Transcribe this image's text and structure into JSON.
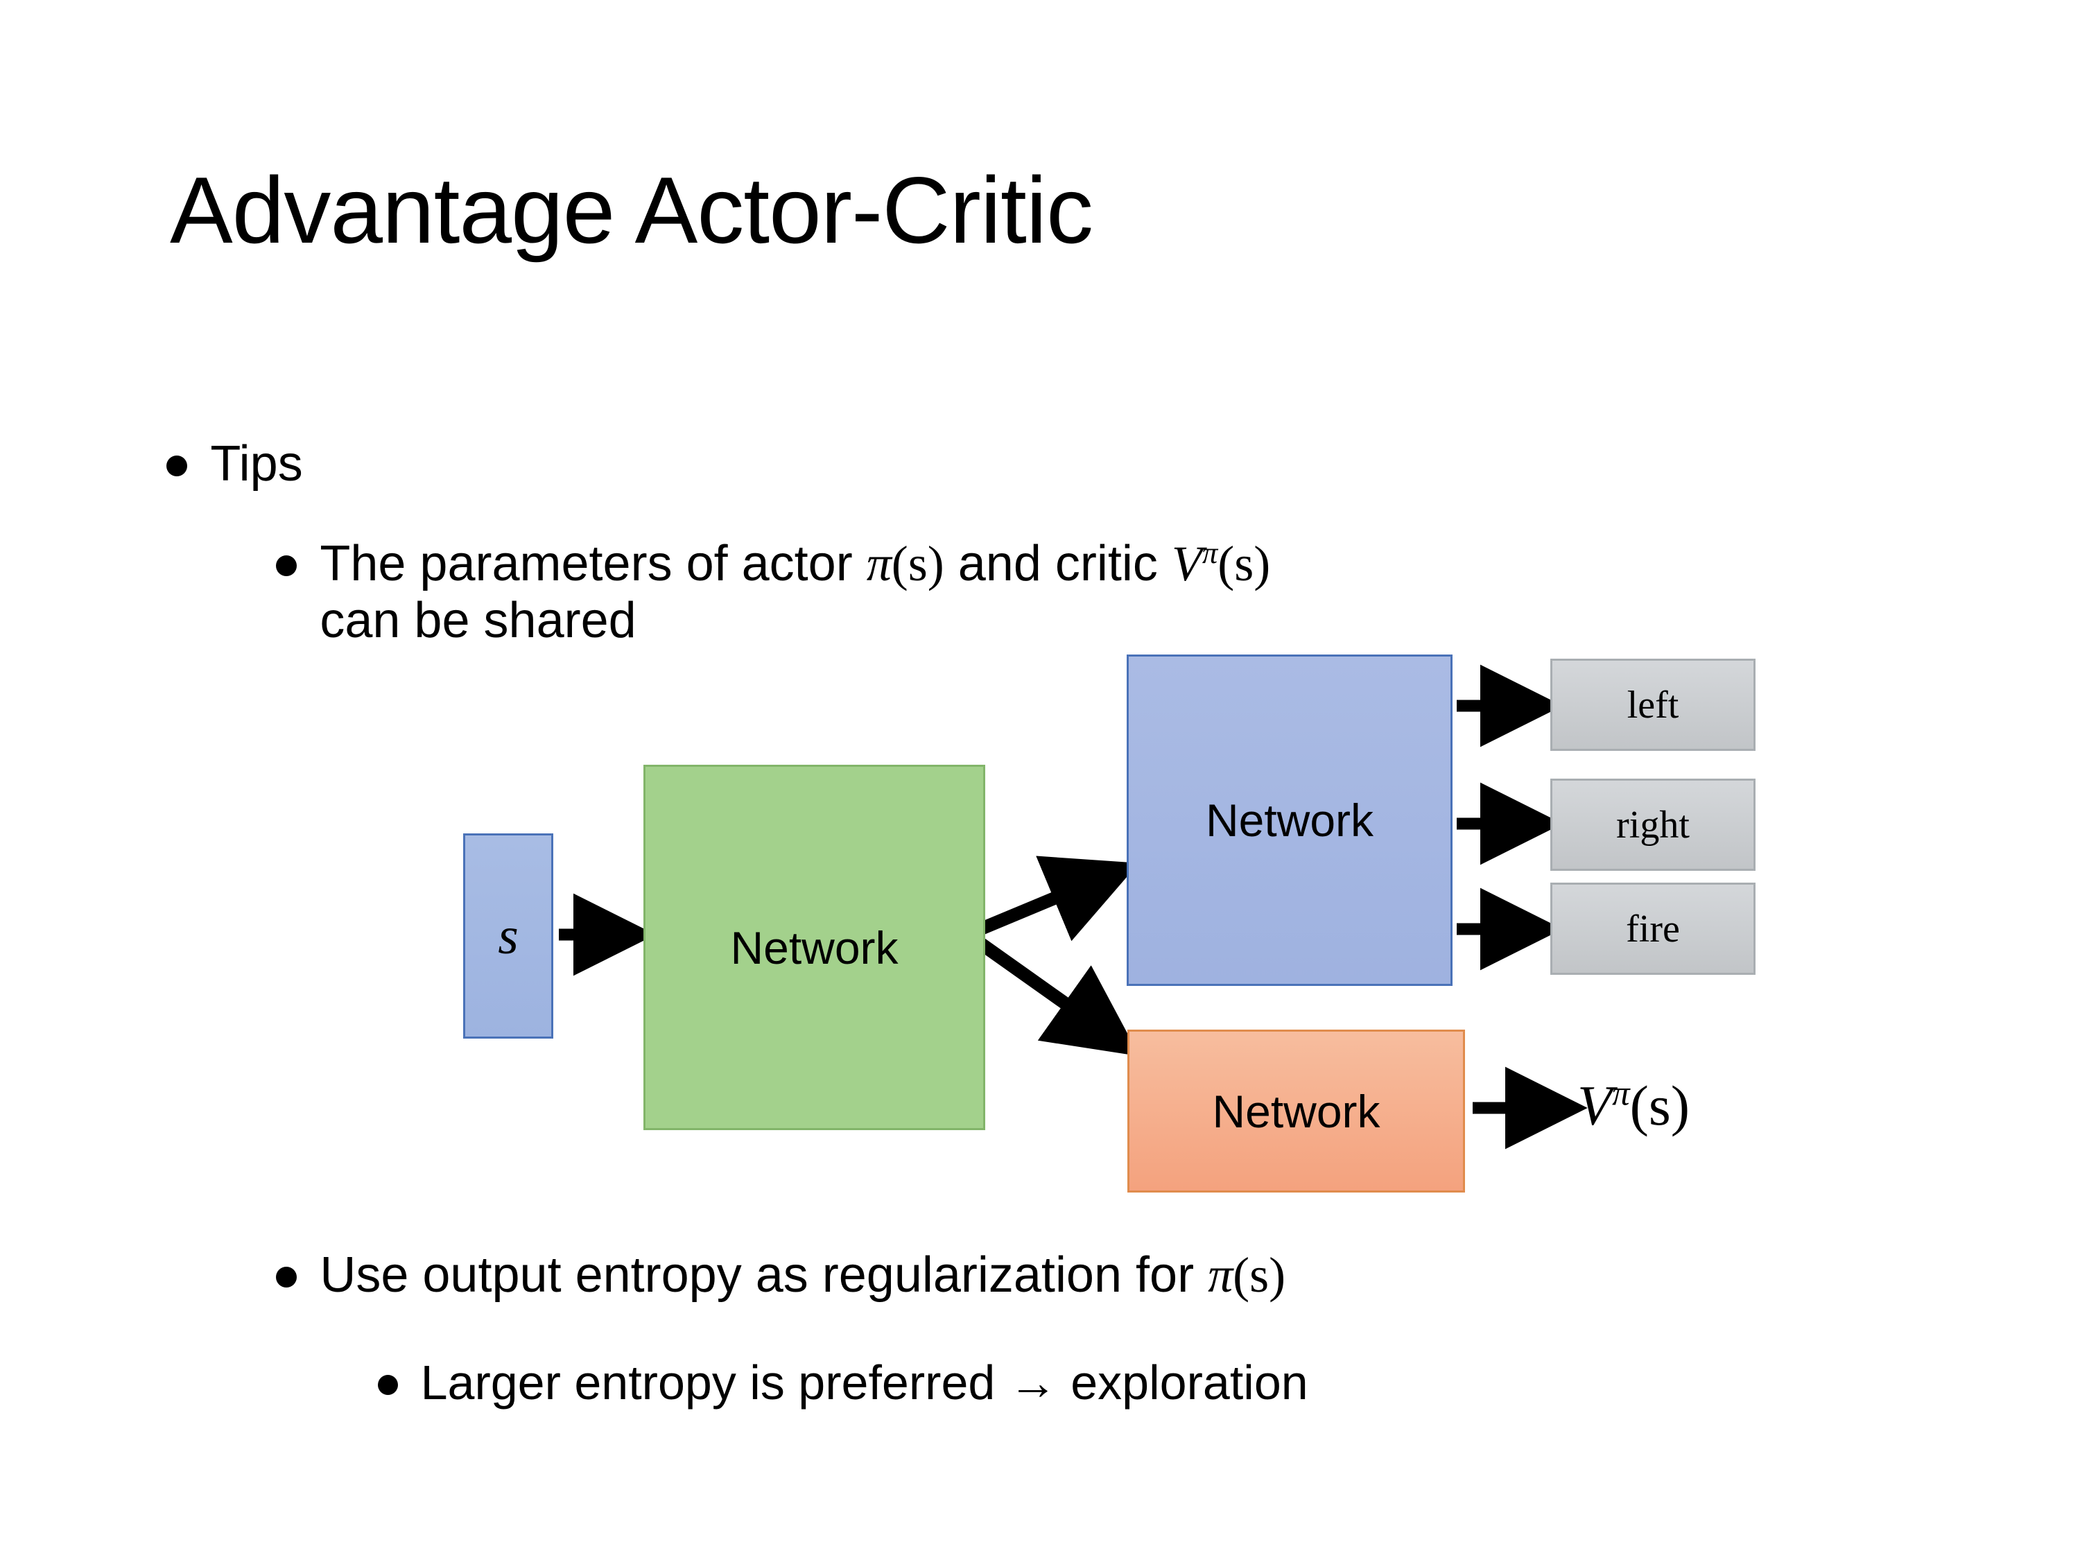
{
  "slide": {
    "title": "Advantage Actor-Critic",
    "background_color": "#ffffff"
  },
  "bullets": [
    {
      "level": 1,
      "id": "tips",
      "text": "Tips"
    },
    {
      "level": 2,
      "id": "params",
      "text_part_1": "The parameters of actor ",
      "math_1_base": "π",
      "math_1_arg": "(s)",
      "text_part_2": "  and critic ",
      "math_2_base": "V",
      "math_2_sup": "π",
      "math_2_arg": "(s)",
      "text_part_3": "can be shared"
    },
    {
      "level": 2,
      "id": "entropy",
      "text_part_1": "Use output entropy as regularization for ",
      "math_base": "π",
      "math_arg": "(s)"
    },
    {
      "level": 3,
      "id": "larger",
      "text": "Larger entropy is preferred → exploration"
    }
  ],
  "diagram": {
    "state_box": {
      "label": "s",
      "fill": "#a4b8e2",
      "border": "#4a72b8"
    },
    "shared_network": {
      "label": "Network",
      "fill": "#a3d18c",
      "border": "#82b56a"
    },
    "actor_network": {
      "label": "Network",
      "fill": "#a6b8e2",
      "border": "#4a72b8"
    },
    "critic_network": {
      "label": "Network",
      "fill": "#f5ad8a",
      "border": "#e08c4d"
    },
    "actions": [
      {
        "label": "left",
        "fill": "#cacdd0",
        "border": "#a9aeb2"
      },
      {
        "label": "right",
        "fill": "#cacdd0",
        "border": "#a9aeb2"
      },
      {
        "label": "fire",
        "fill": "#cacdd0",
        "border": "#a9aeb2"
      }
    ],
    "value_output": {
      "base": "V",
      "sup": "π",
      "arg": "(s)"
    },
    "arrow_color": "#000000"
  }
}
